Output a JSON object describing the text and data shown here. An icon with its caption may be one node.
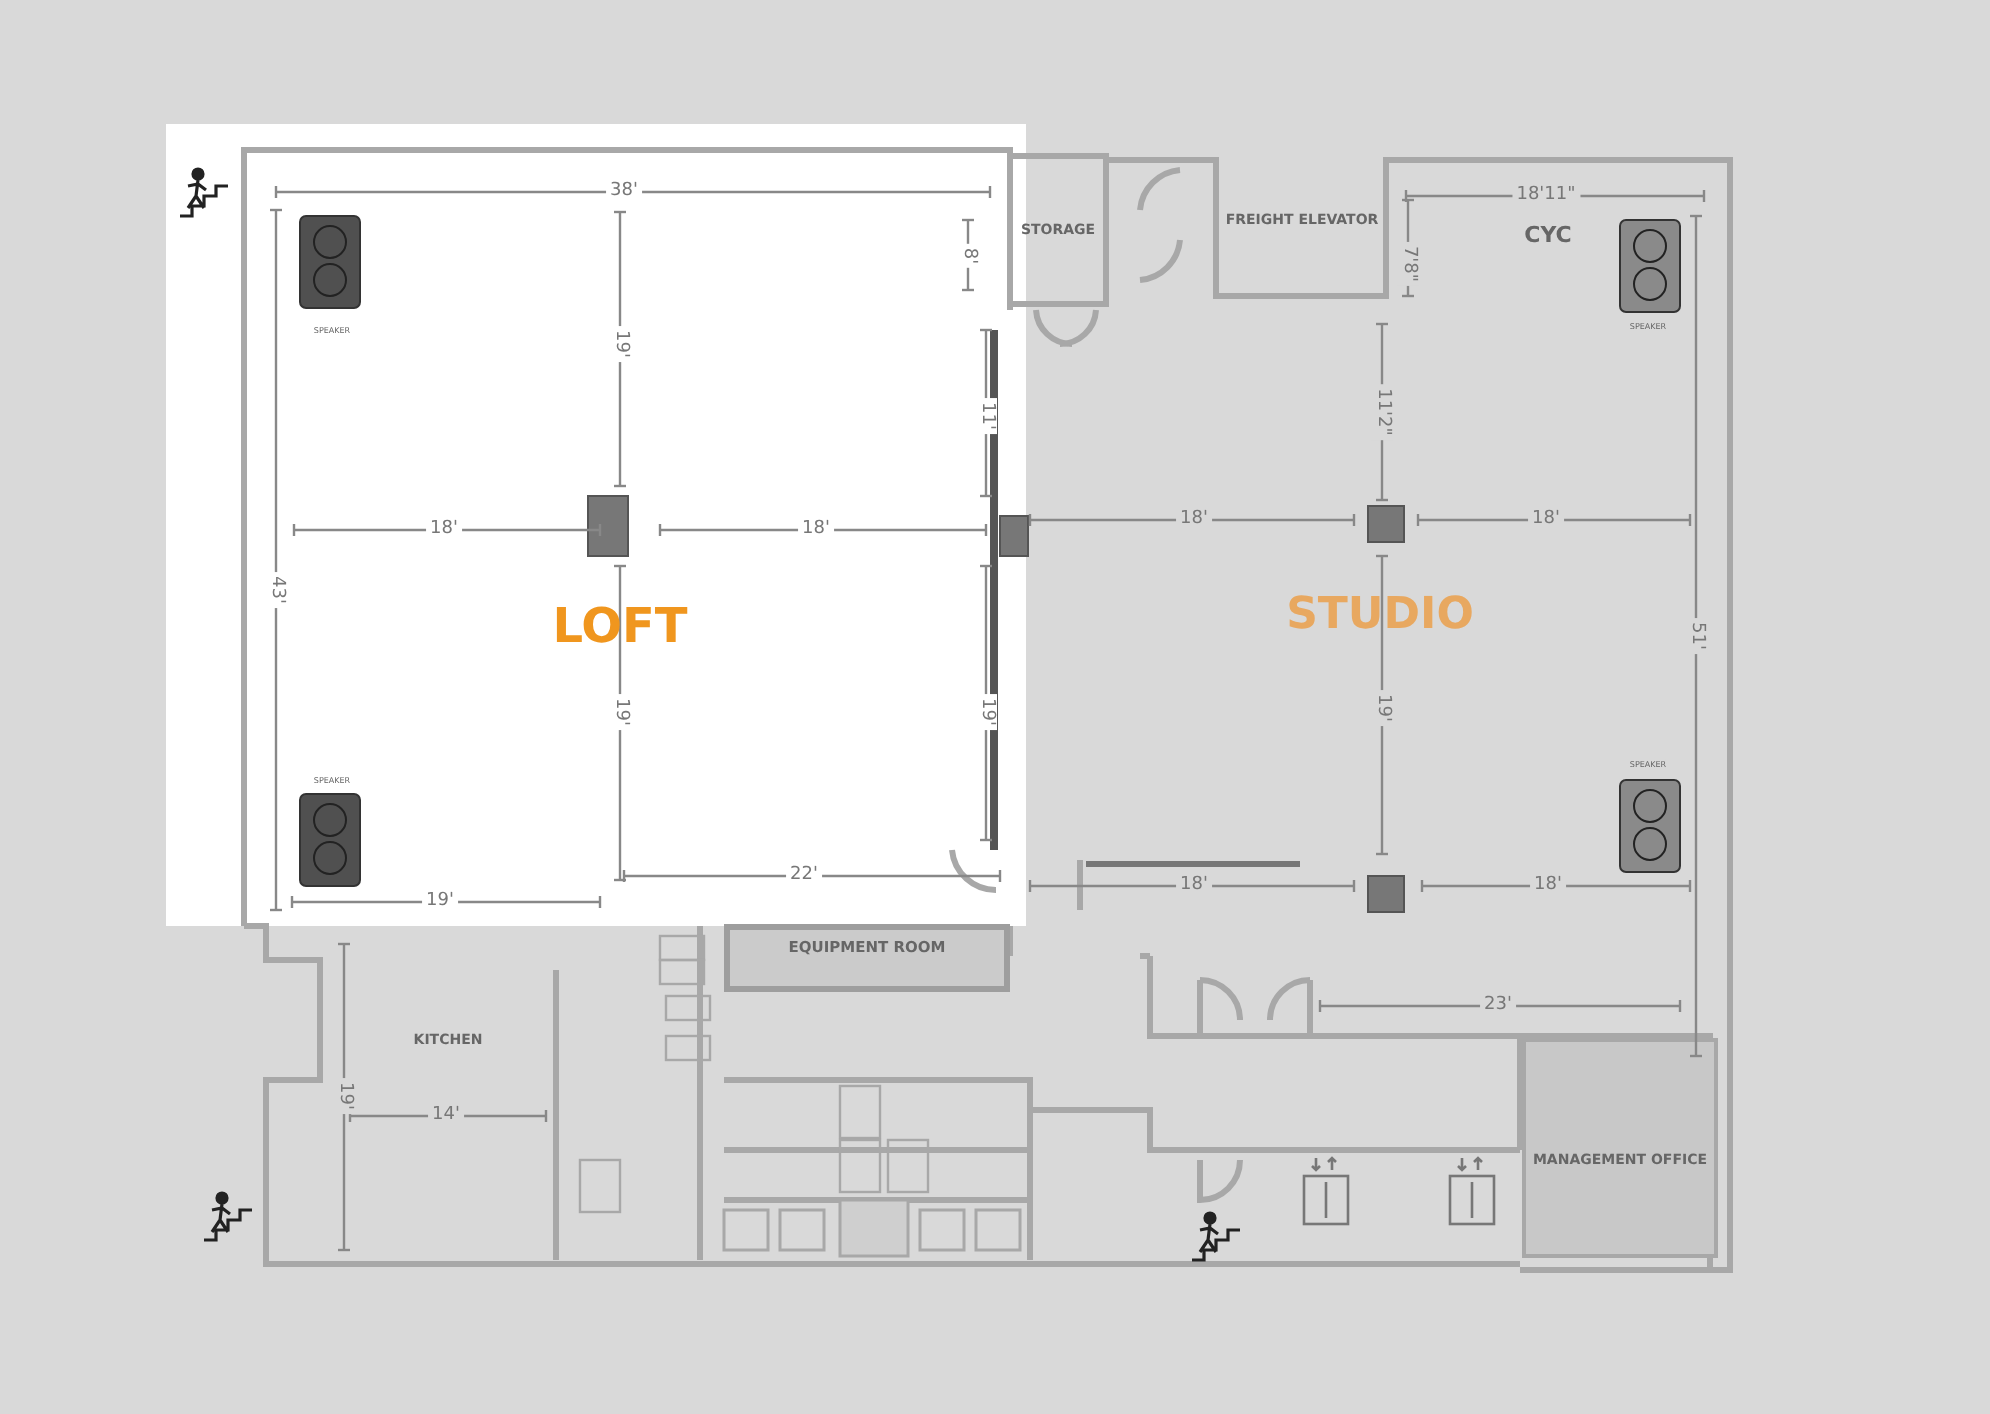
{
  "diagram": {
    "nodes": [
      {
        "text": [
          "LOFT"
        ]
      },
      {
        "text": [
          "STORAGE"
        ]
      },
      {
        "text": [
          "FREIGHT ELEVATOR"
        ]
      },
      {
        "text": [
          "CYC"
        ]
      },
      {
        "text": [
          "STUDIO"
        ]
      },
      {
        "text": [
          "EQUIPMENT ROOM"
        ]
      },
      {
        "text": [
          "KITCHEN"
        ]
      },
      {
        "text": [
          "MANAGEMENT OFFICE"
        ]
      }
    ],
    "labels": [
      "38'",
      "8'",
      "19'",
      "SPEAKER",
      "11'",
      "18'",
      "18'",
      "43'",
      "19'",
      "19'",
      "SPEAKER",
      "22'",
      "19'",
      "18'11\"",
      "7'8\"",
      "SPEAKER",
      "11'2\"",
      "18'",
      "18'",
      "51'",
      "19'",
      "SPEAKER",
      "18'",
      "18'",
      "23'",
      "19'",
      "14'"
    ]
  }
}
